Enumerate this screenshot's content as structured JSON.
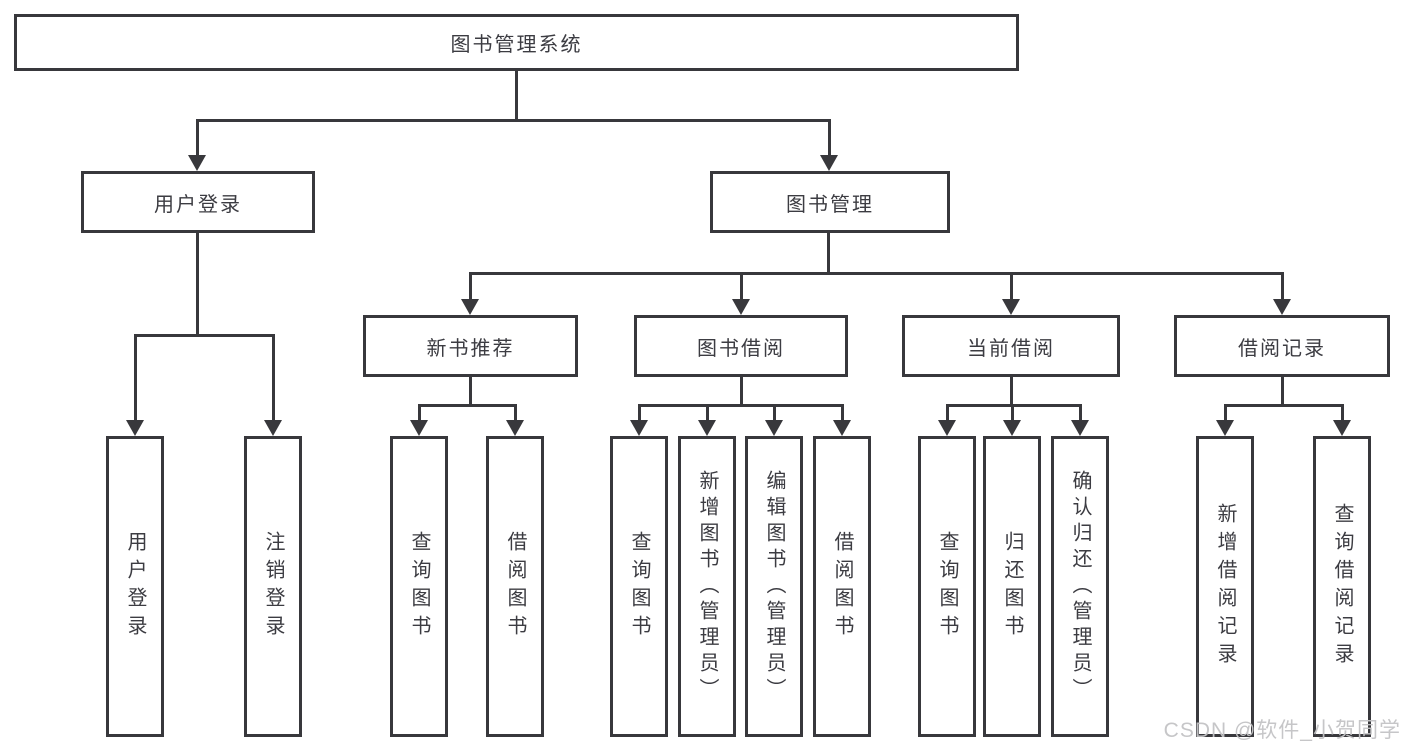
{
  "watermark": "CSDN @软件_小贺同学",
  "colors": {
    "line": "#38383c",
    "text": "#3c3c42",
    "watermark": "#c3c3c5",
    "background": "#ffffff"
  },
  "hierarchy": {
    "label": "图书管理系统",
    "children": [
      {
        "label": "用户登录",
        "children": [
          {
            "label": "用户登录"
          },
          {
            "label": "注销登录"
          }
        ]
      },
      {
        "label": "图书管理",
        "children": [
          {
            "label": "新书推荐",
            "children": [
              {
                "label": "查询图书"
              },
              {
                "label": "借阅图书"
              }
            ]
          },
          {
            "label": "图书借阅",
            "children": [
              {
                "label": "查询图书"
              },
              {
                "label": "新增图书（管理员）"
              },
              {
                "label": "编辑图书（管理员）"
              },
              {
                "label": "借阅图书"
              }
            ]
          },
          {
            "label": "当前借阅",
            "children": [
              {
                "label": "查询图书"
              },
              {
                "label": "归还图书"
              },
              {
                "label": "确认归还（管理员）"
              }
            ]
          },
          {
            "label": "借阅记录",
            "children": [
              {
                "label": "新增借阅记录"
              },
              {
                "label": "查询借阅记录"
              }
            ]
          }
        ]
      }
    ]
  }
}
